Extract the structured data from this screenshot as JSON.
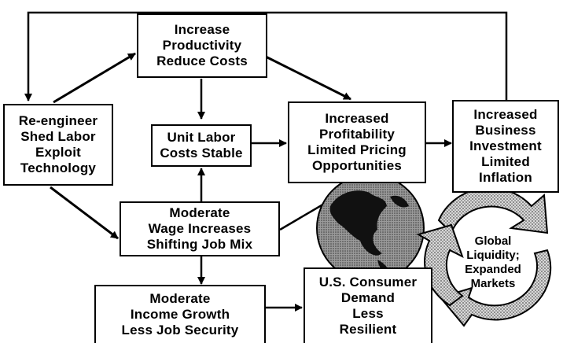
{
  "boxes": {
    "productivity": [
      "Increase",
      "Productivity",
      "Reduce Costs"
    ],
    "reengineer": [
      "Re-engineer",
      "Shed Labor",
      "Exploit",
      "Technology"
    ],
    "unit_labor": [
      "Unit Labor",
      "Costs Stable"
    ],
    "profitability": [
      "Increased",
      "Profitability",
      "Limited Pricing",
      "Opportunities"
    ],
    "investment": [
      "Increased",
      "Business",
      "Investment",
      "Limited",
      "Inflation"
    ],
    "wage": [
      "Moderate",
      "Wage Increases",
      "Shifting Job Mix"
    ],
    "income": [
      "Moderate",
      "Income Growth",
      "Less Job Security"
    ],
    "consumer": [
      "U.S. Consumer",
      "Demand",
      "Less",
      "Resilient"
    ]
  },
  "global_cycle": [
    "Global",
    "Liquidity;",
    "Expanded",
    "Markets"
  ]
}
